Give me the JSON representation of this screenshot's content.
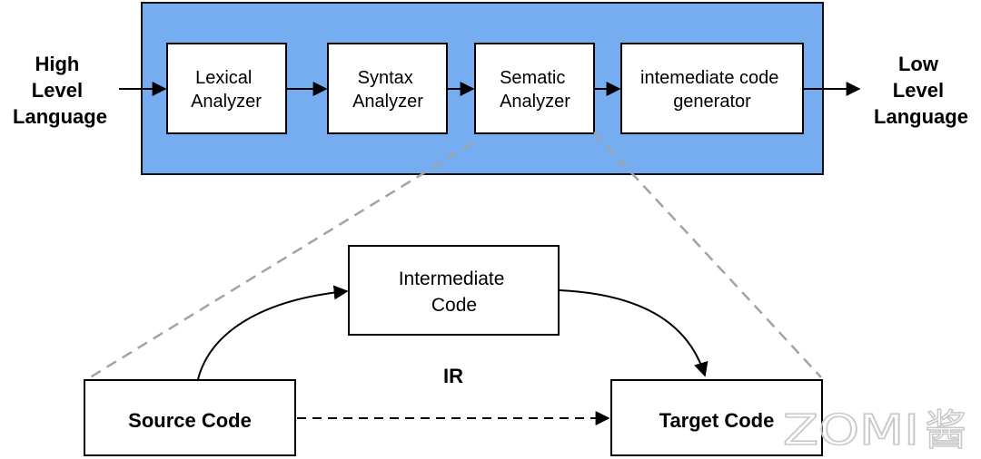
{
  "pipeline": {
    "input_label": [
      "High",
      "Level",
      "Language"
    ],
    "stages": [
      {
        "lines": [
          "Lexical",
          "Analyzer"
        ]
      },
      {
        "lines": [
          "Syntax",
          "Analyzer"
        ]
      },
      {
        "lines": [
          "Sematic",
          "Analyzer"
        ]
      },
      {
        "lines": [
          "intemediate code",
          "generator"
        ]
      }
    ],
    "output_label": [
      "Low",
      "Level",
      "Language"
    ]
  },
  "detail": {
    "intermediate": [
      "Intermediate",
      "Code"
    ],
    "ir_label": "IR",
    "source": "Source Code",
    "target": "Target Code"
  },
  "watermark": {
    "text": "ZOMI",
    "glyph": "酱"
  },
  "colors": {
    "container_fill": "#75adf0",
    "container_stroke": "#111111",
    "dashed_gray": "#a3a3a3"
  }
}
